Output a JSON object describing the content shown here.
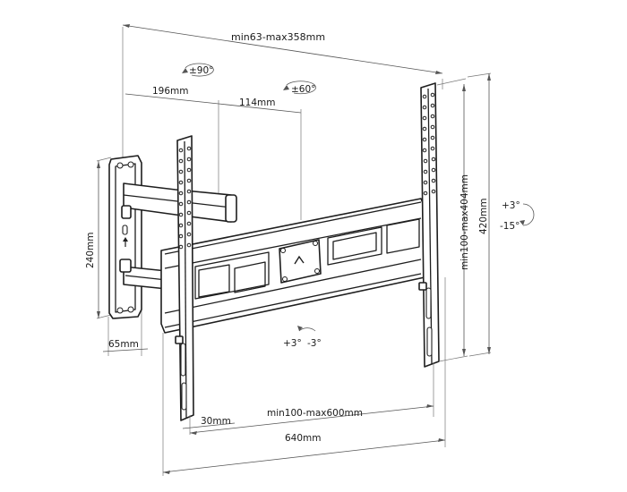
{
  "dimensions": {
    "top_reach": "min63-max358mm",
    "rotate_90": "±90°",
    "rotate_60": "±60°",
    "arm_196": "196mm",
    "arm_114": "114mm",
    "wall_height": "240mm",
    "wall_depth": "65mm",
    "vesa_vertical": "min100-max404mm",
    "rail_height": "420mm",
    "tilt_up": "+3°",
    "tilt_down": "-15°",
    "swivel_plus": "+3°",
    "swivel_minus": "-3°",
    "offset_30": "30mm",
    "vesa_horizontal": "min100-max600mm",
    "total_width": "640mm"
  }
}
